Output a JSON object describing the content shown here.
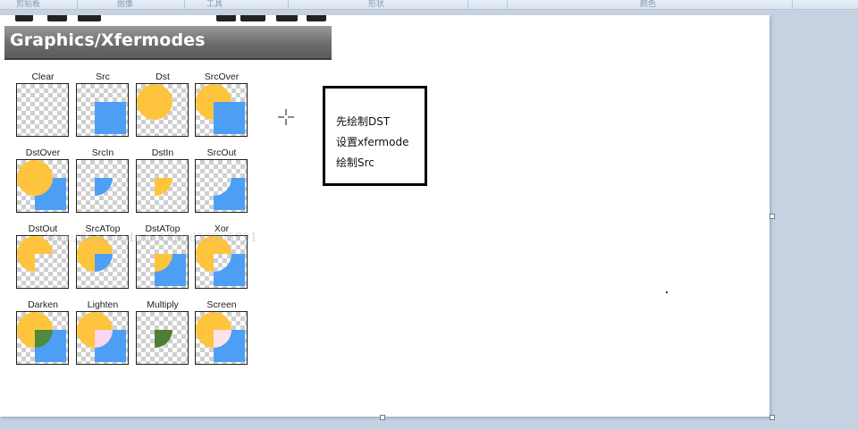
{
  "ribbon": {
    "groups": [
      "剪贴板",
      "图像",
      "工具",
      "形状",
      "颜色"
    ]
  },
  "app": {
    "title": "Graphics/Xfermodes"
  },
  "modes": [
    {
      "name": "Clear",
      "mode": "clear"
    },
    {
      "name": "Src",
      "mode": "src"
    },
    {
      "name": "Dst",
      "mode": "dst"
    },
    {
      "name": "SrcOver",
      "mode": "srcover"
    },
    {
      "name": "DstOver",
      "mode": "dstover"
    },
    {
      "name": "SrcIn",
      "mode": "srcin"
    },
    {
      "name": "DstIn",
      "mode": "dstin"
    },
    {
      "name": "SrcOut",
      "mode": "srcout"
    },
    {
      "name": "DstOut",
      "mode": "dstout"
    },
    {
      "name": "SrcATop",
      "mode": "srcatop"
    },
    {
      "name": "DstATop",
      "mode": "dstatop"
    },
    {
      "name": "Xor",
      "mode": "xor"
    },
    {
      "name": "Darken",
      "mode": "darken"
    },
    {
      "name": "Lighten",
      "mode": "lighten"
    },
    {
      "name": "Multiply",
      "mode": "multiply"
    },
    {
      "name": "Screen",
      "mode": "screen"
    }
  ],
  "watermark": "http://blog.csdn.net/lmj623565791",
  "note": {
    "lines": [
      "先绘制DST",
      "设置xfermode",
      "绘制Src"
    ]
  },
  "colors": {
    "dst": "#ffc43d",
    "src": "#4d9ff5",
    "darken": "#4f8a3a",
    "lighten": "#fbd6ef",
    "multiply": "#4f7f36",
    "screen": "#fde2ea"
  }
}
